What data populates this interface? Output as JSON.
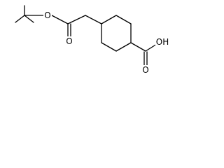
{
  "molecule": {
    "colors": {
      "bond": "#000000",
      "label": "#000000",
      "background": "#ffffff"
    },
    "labels": {
      "ester_o": "O",
      "carbonyl_o": "O",
      "acid_oh": "OH",
      "acid_carbonyl_o": "O"
    }
  }
}
